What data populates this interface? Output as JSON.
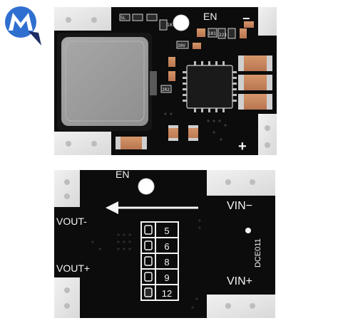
{
  "logo": {
    "letter": "M",
    "name": "brand-logo"
  },
  "top_board": {
    "en_label": "EN",
    "minus_label": "−",
    "plus_label": "+",
    "component_codes": [
      "103",
      "223",
      "30V",
      "101",
      "2R2",
      "5L"
    ]
  },
  "bottom_board": {
    "en_label": "EN",
    "vout_minus_label": "VOUT-",
    "vout_plus_label": "VOUT+",
    "vin_minus_label": "VIN−",
    "vin_plus_label": "VIN+",
    "model_label": "DCE011",
    "voltage_options": [
      "5",
      "6",
      "8",
      "9",
      "12"
    ]
  },
  "colors": {
    "pcb": "#0c0c0c",
    "silkscreen": "#f4f4f4",
    "pad": "#e2e2e2",
    "inductor": "#9a9a9a",
    "capacitor": "#c7875b",
    "logo_blue": "#2f6fd0",
    "logo_navy": "#1d2d64"
  }
}
